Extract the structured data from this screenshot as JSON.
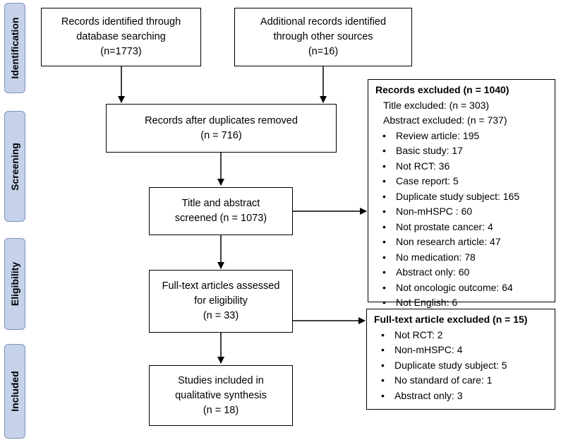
{
  "stages": [
    {
      "id": "identification",
      "label": "Identification"
    },
    {
      "id": "screening",
      "label": "Screening"
    },
    {
      "id": "eligibility",
      "label": "Eligibility"
    },
    {
      "id": "included",
      "label": "Included"
    }
  ],
  "boxes": {
    "database_search": [
      "Records identified through",
      "database searching",
      "(n=1773)"
    ],
    "other_sources": [
      "Additional records identified",
      "through other sources",
      "(n=16)"
    ],
    "after_duplicates": [
      "Records after duplicates removed",
      "(n = 716)"
    ],
    "screened": [
      "Title and abstract",
      "screened (n = 1073)"
    ],
    "full_text": [
      "Full-text articles assessed",
      "for eligibility",
      "(n = 33)"
    ],
    "included": [
      "Studies included in",
      "qualitative synthesis",
      "(n = 18)"
    ]
  },
  "records_excluded": {
    "title": "Records excluded (n = 1040)",
    "lines": [
      "Title excluded: (n = 303)",
      "Abstract excluded: (n = 737)"
    ],
    "items": [
      "Review article: 195",
      "Basic study: 17",
      "Not RCT: 36",
      "Case report: 5",
      "Duplicate study subject: 165",
      "Non-mHSPC : 60",
      "Not prostate cancer: 4",
      "Non research article: 47",
      "No medication: 78",
      "Abstract only: 60",
      "Not oncologic outcome: 64",
      "Not English: 6"
    ]
  },
  "fulltext_excluded": {
    "title": "Full-text article excluded (n = 15)",
    "items": [
      "Not RCT: 2",
      "Non-mHSPC: 4",
      "Duplicate study subject: 5",
      "No standard of care: 1",
      "Abstract only: 3"
    ]
  }
}
